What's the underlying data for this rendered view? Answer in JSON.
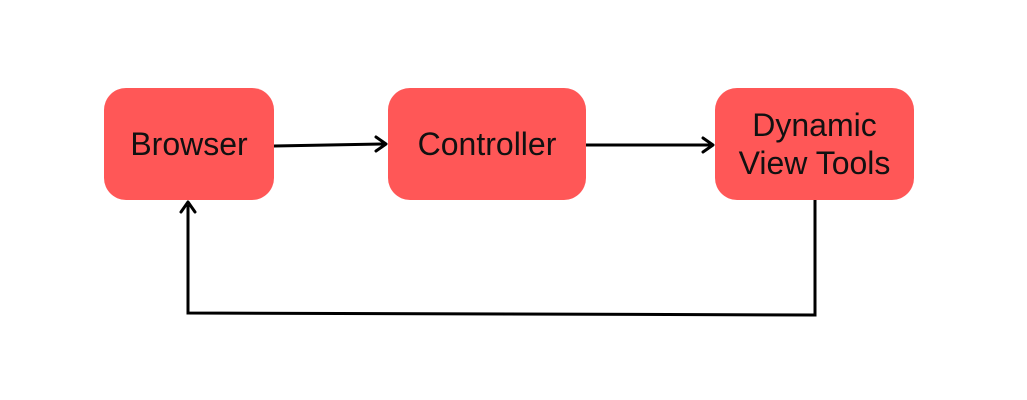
{
  "diagram": {
    "nodes": {
      "browser": {
        "label": "Browser"
      },
      "controller": {
        "label": "Controller"
      },
      "dynamic_view_tools": {
        "label": "Dynamic\nView Tools"
      }
    },
    "edges": [
      {
        "from": "Browser",
        "to": "Controller"
      },
      {
        "from": "Controller",
        "to": "Dynamic\nView Tools"
      },
      {
        "from": "Dynamic\nView Tools",
        "to": "Browser"
      }
    ],
    "colors": {
      "node_fill": "#ff5757",
      "text": "#111111",
      "line": "#000000",
      "background": "#ffffff"
    }
  }
}
